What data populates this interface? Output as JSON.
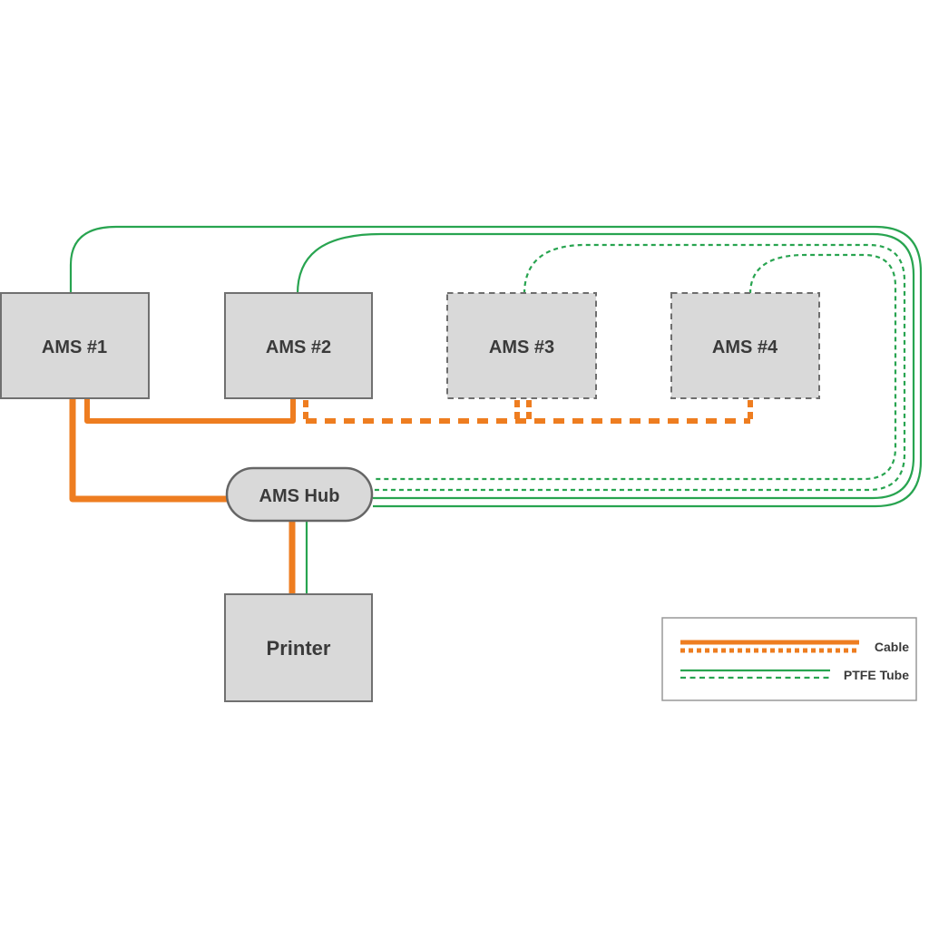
{
  "diagram": {
    "nodes": {
      "ams1": {
        "label": "AMS #1",
        "border_style": "solid"
      },
      "ams2": {
        "label": "AMS #2",
        "border_style": "solid"
      },
      "ams3": {
        "label": "AMS #3",
        "border_style": "dashed"
      },
      "ams4": {
        "label": "AMS #4",
        "border_style": "dashed"
      },
      "hub": {
        "label": "AMS Hub",
        "shape": "pill"
      },
      "printer": {
        "label": "Printer",
        "border_style": "solid"
      }
    },
    "legend": {
      "items": [
        {
          "label": "Cable",
          "color": "#ee7d20",
          "variants": [
            "solid",
            "dotted"
          ]
        },
        {
          "label": "PTFE Tube",
          "color": "#28a450",
          "variants": [
            "solid",
            "dashed"
          ]
        }
      ]
    },
    "connections": {
      "cable_solid": [
        "AMS #1 → AMS #2",
        "AMS #1 → AMS Hub",
        "AMS Hub → Printer"
      ],
      "cable_dashed": [
        "AMS #2 → AMS #3 → AMS #4"
      ],
      "ptfe_solid": [
        "AMS #1 → AMS Hub",
        "AMS #2 → AMS Hub",
        "AMS Hub → Printer"
      ],
      "ptfe_dashed": [
        "AMS #3 → AMS Hub",
        "AMS #4 → AMS Hub"
      ]
    },
    "colors": {
      "cable": "#ee7d20",
      "ptfe_tube": "#28a450",
      "node_fill": "#d9d9d9",
      "node_border_solid": "#707070",
      "node_border_dashed": "#6e6e6e",
      "text": "#3a3a3a",
      "legend_border": "#999999",
      "background": "#ffffff"
    }
  }
}
